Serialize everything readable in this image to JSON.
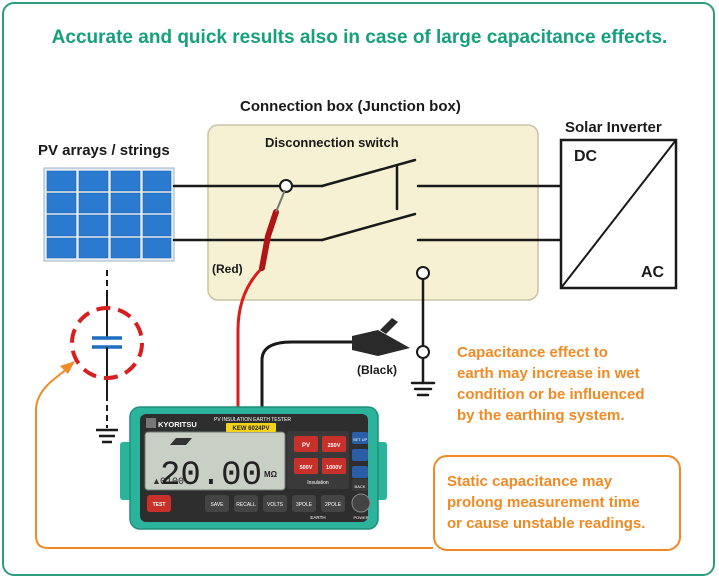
{
  "title": "Accurate and quick results also in case of large capacitance effects.",
  "labels": {
    "connection_box": "Connection box (Junction box)",
    "disconnection_switch": "Disconnection switch",
    "pv_arrays": "PV arrays / strings",
    "solar_inverter": "Solar Inverter",
    "dc": "DC",
    "ac": "AC",
    "red": "(Red)",
    "black": "(Black)"
  },
  "notes": {
    "capacitance_effect": [
      "Capacitance effect to",
      "earth may increase in wet",
      "condition or be influenced",
      "by the earthing system."
    ],
    "static_capacitance": [
      "Static capacitance may",
      "prolong measurement time",
      "or cause unstable readings."
    ]
  },
  "tester": {
    "brand": "KYORITSU",
    "product_line": "PV INSULATION EARTH TESTER",
    "model": "KEW 6024PV",
    "reading": "20.00",
    "unit": "MΩ",
    "sub_reading": "0100",
    "buttons": {
      "test": "TEST",
      "save": "SAVE",
      "recall": "RECALL",
      "volts": "VOLTS",
      "pole3": "3POLE",
      "pole2": "2POLE",
      "pv": "PV",
      "v250": "250V",
      "v500": "500V",
      "v1000": "1000V",
      "setup": "SET UP",
      "back": "BACK"
    },
    "insulation_label": "Insulation",
    "earth_label": "EARTH",
    "power_label": "POWER"
  },
  "colors": {
    "title_green": "#16a07b",
    "accent_orange": "#f08a24",
    "box_fill": "#f7f1d4",
    "panel_blue": "#1f6fc0",
    "tester_teal": "#2bb39b",
    "probe_red": "#d81e1e"
  }
}
